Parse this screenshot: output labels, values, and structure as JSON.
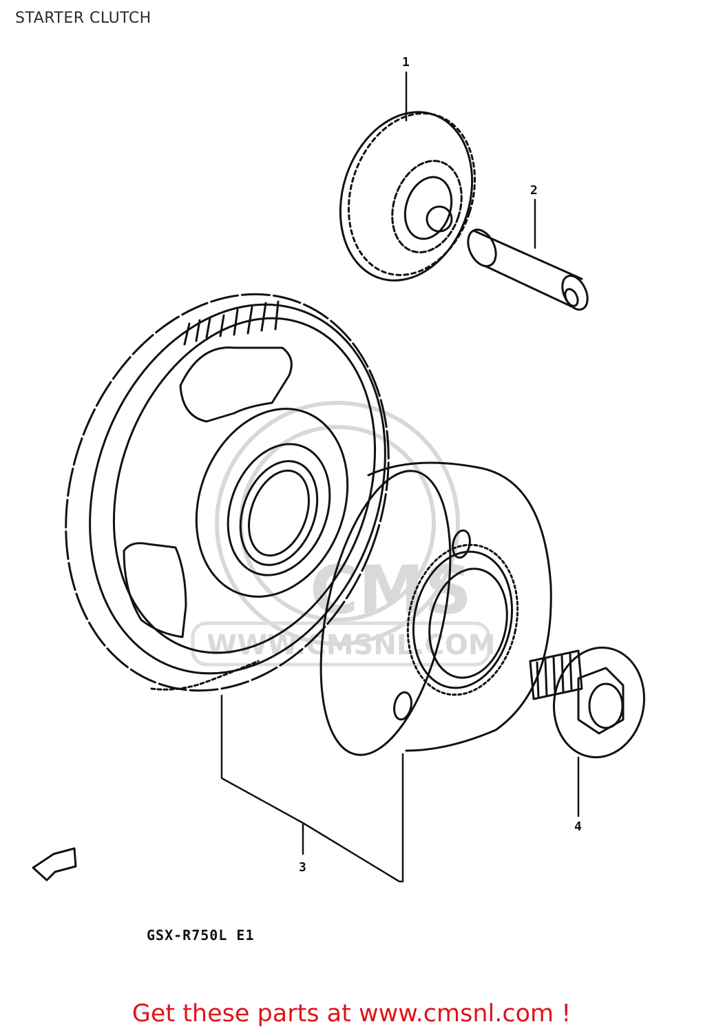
{
  "title": "STARTER CLUTCH",
  "parts": [
    {
      "label": "1"
    },
    {
      "label": "2"
    },
    {
      "label": "3"
    },
    {
      "label": "4"
    }
  ],
  "model_code": "GSX-R750L E1",
  "cta_text": "Get these parts at www.cmsnl.com !",
  "watermark": {
    "brand": "CMS",
    "url": "WWW.CMSNL.COM"
  },
  "colors": {
    "cta": "#e0131a",
    "line": "#111111",
    "watermark": "#d9d9d9"
  }
}
